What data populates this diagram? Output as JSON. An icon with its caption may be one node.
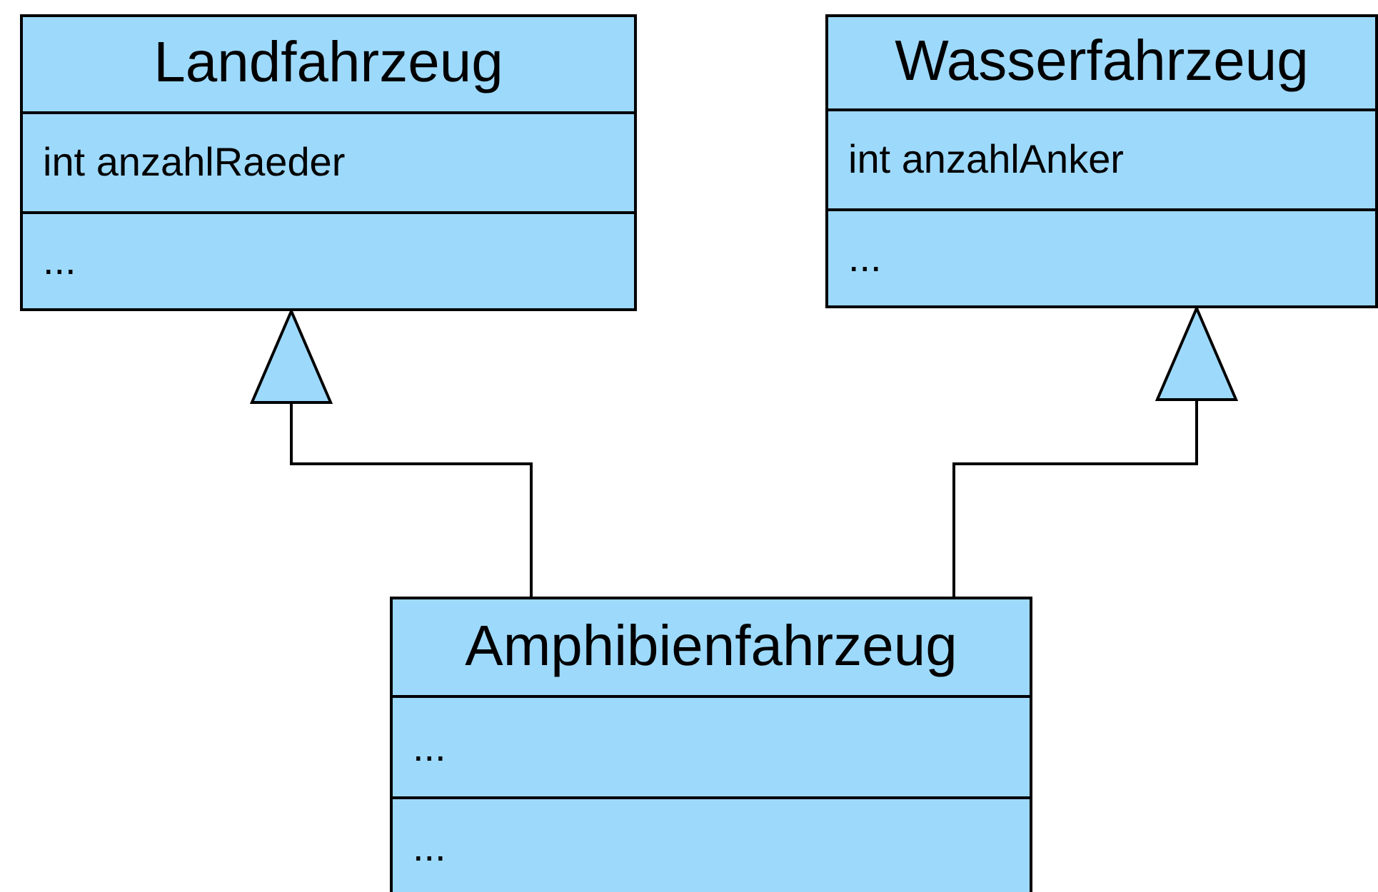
{
  "diagram": {
    "nodes": [
      {
        "text": [
          "Landfahrzeug",
          "int anzahlRaeder",
          "..."
        ]
      },
      {
        "text": [
          "Wasserfahrzeug",
          "int anzahlAnker",
          "..."
        ]
      },
      {
        "text": [
          "Amphibienfahrzeug",
          "...",
          "..."
        ]
      }
    ],
    "edges": [
      {
        "from": 2,
        "to": 0,
        "arrow": "to"
      },
      {
        "from": 2,
        "to": 1,
        "arrow": "to"
      }
    ]
  }
}
